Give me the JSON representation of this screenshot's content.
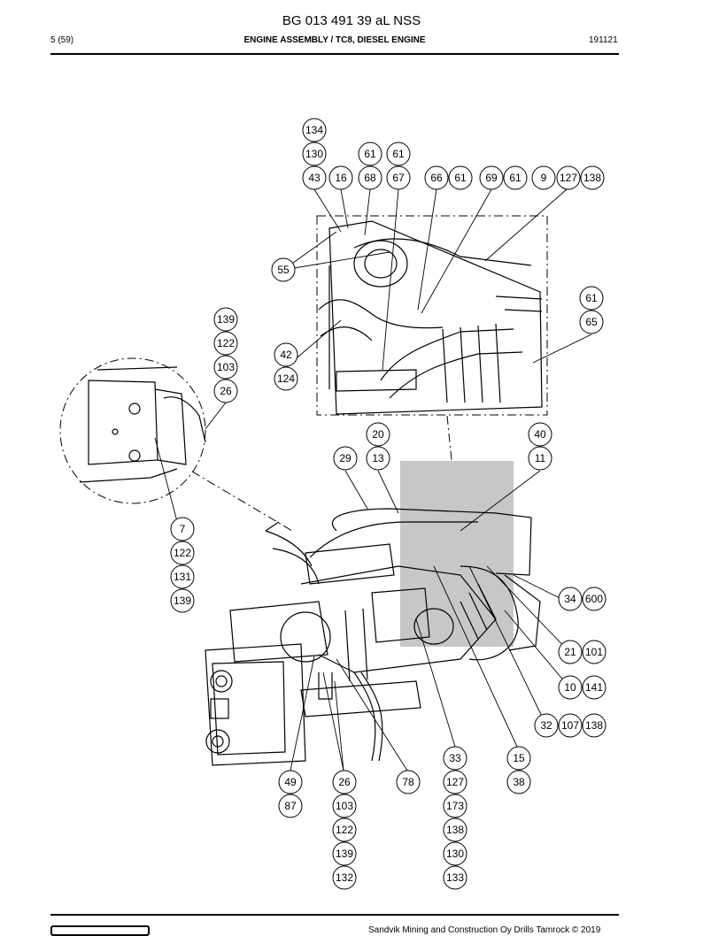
{
  "header": {
    "document_number": "BG 013 491 39 aL NSS",
    "page": "5 (59)",
    "section_title": "ENGINE ASSEMBLY / TC8, DIESEL ENGINE",
    "date_code": "191121"
  },
  "footer": {
    "copyright": "Sandvik Mining and Construction Oy Drills Tamrock © 2019"
  },
  "callouts": {
    "c134": "134",
    "c130": "130",
    "c61a": "61",
    "c61b": "61",
    "c43": "43",
    "c16": "16",
    "c68": "68",
    "c67": "67",
    "c66": "66",
    "c61c": "61",
    "c69": "69",
    "c61d": "61",
    "c9": "9",
    "c127a": "127",
    "c138a": "138",
    "c55": "55",
    "c61e": "61",
    "c65": "65",
    "c139a": "139",
    "c122a": "122",
    "c103a": "103",
    "c26a": "26",
    "c42": "42",
    "c124": "124",
    "c20": "20",
    "c40": "40",
    "c29": "29",
    "c13": "13",
    "c11": "11",
    "c7": "7",
    "c122b": "122",
    "c131": "131",
    "c139b": "139",
    "c34": "34",
    "c600": "600",
    "c21": "21",
    "c101": "101",
    "c10": "10",
    "c141": "141",
    "c32": "32",
    "c107": "107",
    "c138b": "138",
    "c33": "33",
    "c15": "15",
    "c49": "49",
    "c26b": "26",
    "c78": "78",
    "c127b": "127",
    "c38": "38",
    "c87": "87",
    "c103b": "103",
    "c173": "173",
    "c122c": "122",
    "c138c": "138",
    "c139c": "139",
    "c130b": "130",
    "c132": "132",
    "c133": "133"
  }
}
